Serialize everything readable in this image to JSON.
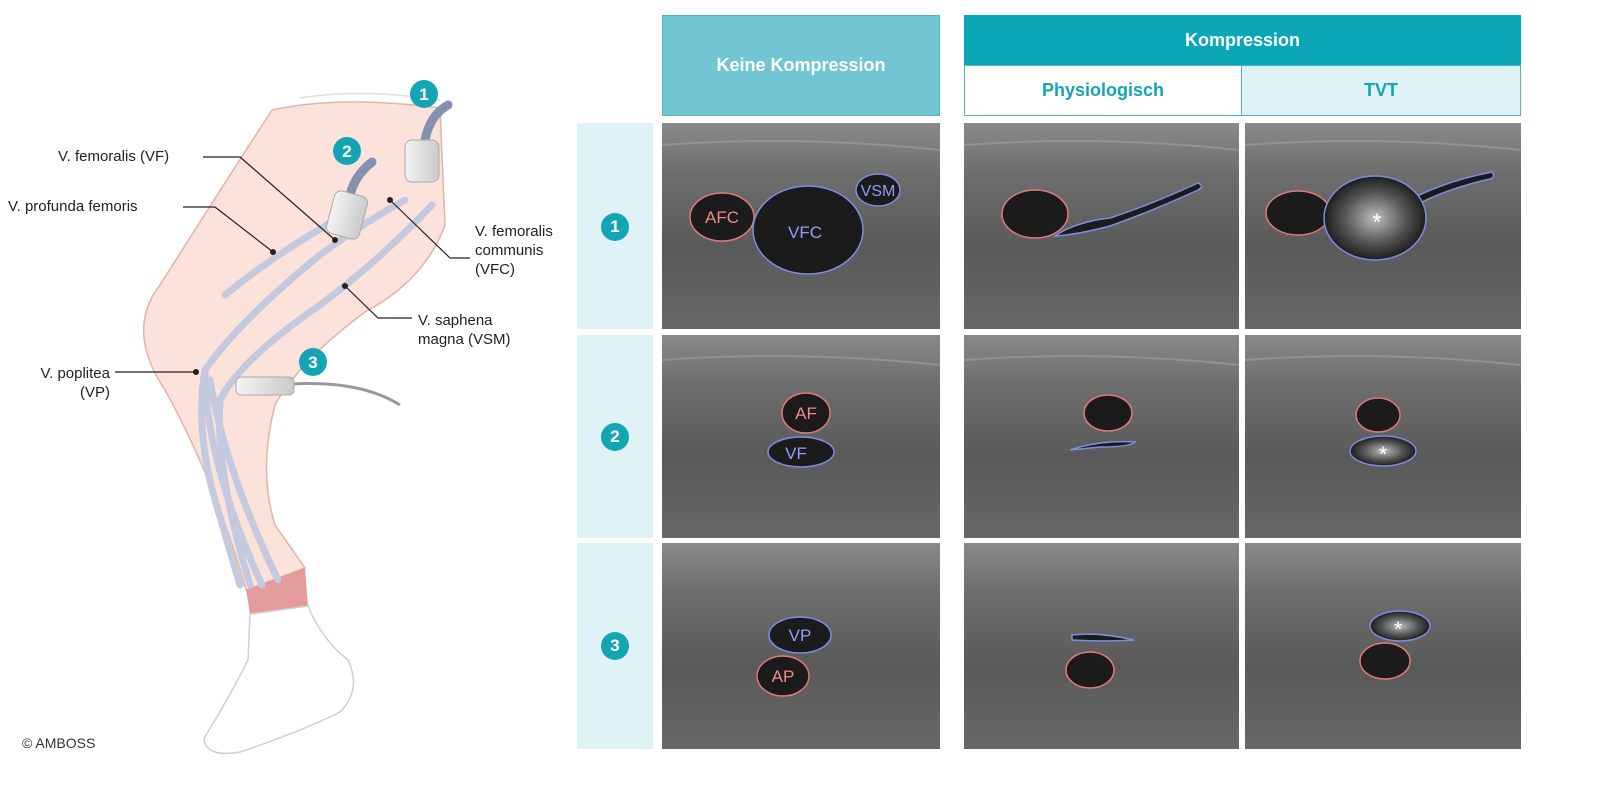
{
  "header": {
    "no_compression": "Keine Kompression",
    "compression": "Kompression",
    "physiological": "Physiologisch",
    "dvt": "TVT"
  },
  "rows": [
    {
      "number": "1"
    },
    {
      "number": "2"
    },
    {
      "number": "3"
    }
  ],
  "probes": [
    "1",
    "2",
    "3"
  ],
  "leg_labels": {
    "vf": "V. femoralis (VF)",
    "vpf": "V. profunda femoris",
    "vfc_1": "V. femoralis",
    "vfc_2": "communis",
    "vfc_3": "(VFC)",
    "vsm_1": "V. saphena",
    "vsm_2": "magna (VSM)",
    "vp_1": "V. poplitea",
    "vp_2": "(VP)"
  },
  "vessel_labels": {
    "afc": "AFC",
    "vfc": "VFC",
    "vsm": "VSM",
    "af": "AF",
    "vf": "VF",
    "vp": "VP",
    "ap": "AP",
    "thrombus": "*"
  },
  "copyright": "© AMBOSS",
  "colors": {
    "teal_dark": "#0ba7b6",
    "teal_mid": "#72c6d3",
    "teal_light": "#dff3f6",
    "artery": "#e07a7a",
    "vein": "#7d8fe0"
  }
}
